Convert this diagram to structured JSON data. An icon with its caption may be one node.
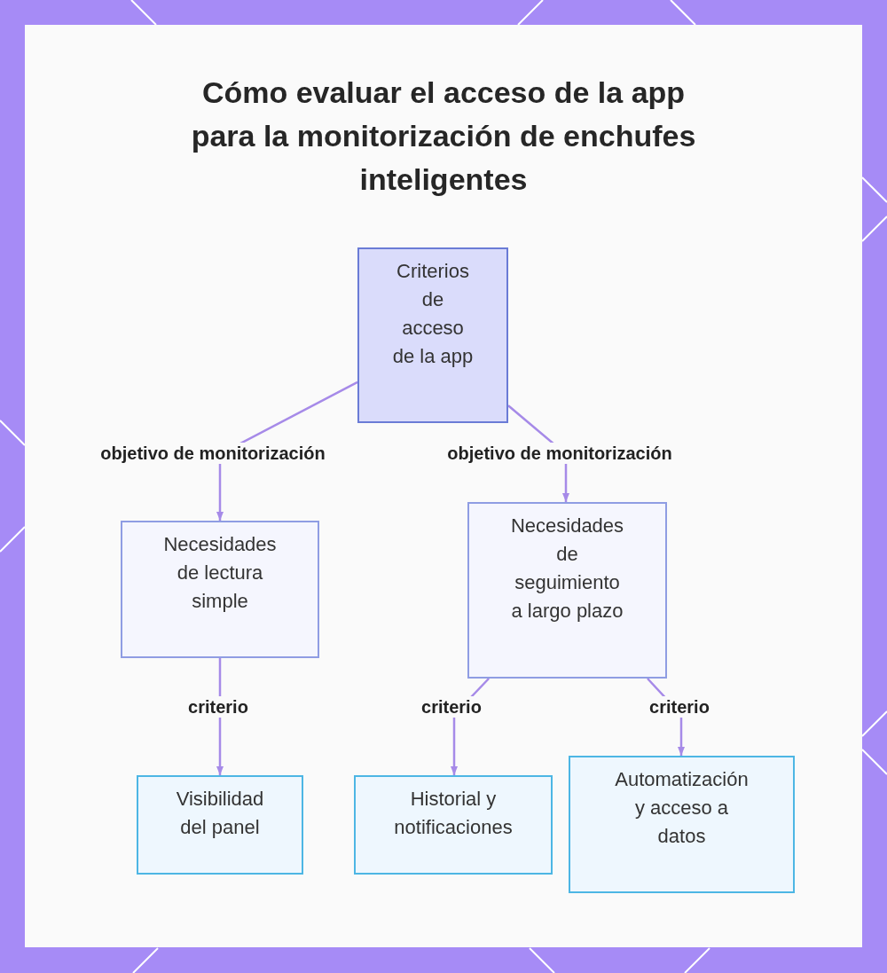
{
  "diagram": {
    "title": "Cómo evaluar el acceso de la app para la monitorización de enchufes inteligentes",
    "nodes": [
      {
        "text": [
          "Criterios de acceso de la app"
        ]
      },
      {
        "text": [
          "Necesidades de lectura simple"
        ]
      },
      {
        "text": [
          "Necesidades de seguimiento a largo plazo"
        ]
      },
      {
        "text": [
          "Visibilidad del panel"
        ]
      },
      {
        "text": [
          "Historial y notificaciones"
        ]
      },
      {
        "text": [
          "Automatización y acceso a datos"
        ]
      }
    ],
    "edges": [
      {
        "from": 0,
        "to": 1,
        "arrow": "to",
        "label": "objetivo de monitorización"
      },
      {
        "from": 0,
        "to": 2,
        "arrow": "to",
        "label": "objetivo de monitorización"
      },
      {
        "from": 1,
        "to": 3,
        "arrow": "to",
        "label": "criterio"
      },
      {
        "from": 2,
        "to": 4,
        "arrow": "to",
        "label": "criterio"
      },
      {
        "from": 2,
        "to": 5,
        "arrow": "to",
        "label": "criterio"
      }
    ]
  }
}
